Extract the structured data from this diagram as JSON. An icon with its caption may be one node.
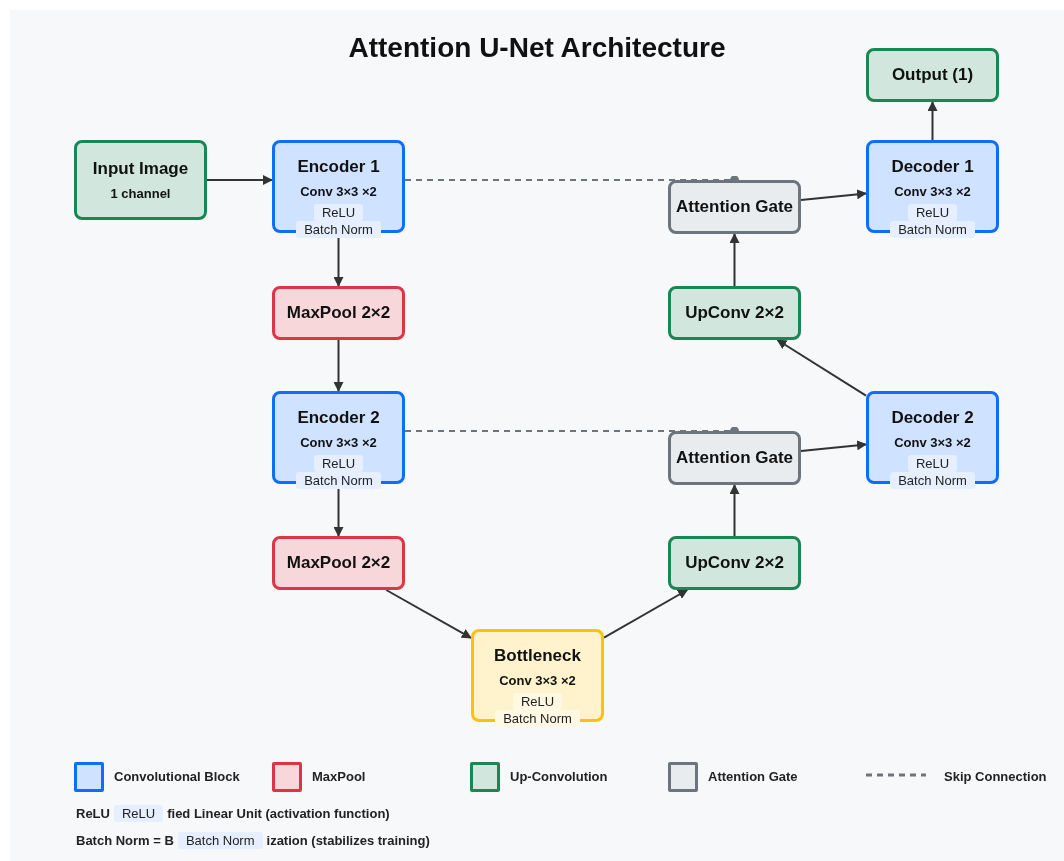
{
  "diagram": {
    "title": "Attention U-Net Architecture",
    "nodes": [
      {
        "text": [
          "Output (1)"
        ]
      },
      {
        "text": [
          "Input Image",
          "1 channel"
        ]
      },
      {
        "text": [
          "Encoder 1",
          "Conv 3×3 ×2",
          "ReLU",
          "Batch Norm"
        ]
      },
      {
        "text": [
          "Attention Gate"
        ]
      },
      {
        "text": [
          "Decoder 1",
          "Conv 3×3 ×2",
          "ReLU",
          "Batch Norm"
        ]
      },
      {
        "text": [
          "MaxPool 2×2"
        ]
      },
      {
        "text": [
          "UpConv 2×2"
        ]
      },
      {
        "text": [
          "Encoder 2",
          "Conv 3×3 ×2",
          "ReLU",
          "Batch Norm"
        ]
      },
      {
        "text": [
          "Attention Gate"
        ]
      },
      {
        "text": [
          "Decoder 2",
          "Conv 3×3 ×2",
          "ReLU",
          "Batch Norm"
        ]
      },
      {
        "text": [
          "MaxPool 2×2"
        ]
      },
      {
        "text": [
          "UpConv 2×2"
        ]
      },
      {
        "text": [
          "Bottleneck",
          "Conv 3×3 ×2",
          "ReLU",
          "Batch Norm"
        ]
      }
    ],
    "edges": [
      {
        "from": 1,
        "to": 2,
        "arrow": "to"
      },
      {
        "from": 2,
        "to": 5,
        "arrow": "to"
      },
      {
        "from": 5,
        "to": 7,
        "arrow": "to"
      },
      {
        "from": 7,
        "to": 10,
        "arrow": "to"
      },
      {
        "from": 10,
        "to": 12,
        "arrow": "to"
      },
      {
        "from": 12,
        "to": 11,
        "arrow": "to"
      },
      {
        "from": 11,
        "to": 8,
        "arrow": "to"
      },
      {
        "from": 8,
        "to": 9,
        "arrow": "to"
      },
      {
        "from": 9,
        "to": 6,
        "arrow": "to"
      },
      {
        "from": 6,
        "to": 3,
        "arrow": "to"
      },
      {
        "from": 3,
        "to": 4,
        "arrow": "to"
      },
      {
        "from": 4,
        "to": 0,
        "arrow": "to"
      },
      {
        "from": 2,
        "to": 3,
        "arrow": "other",
        "style": "dashed",
        "color": "#6c757d"
      },
      {
        "from": 7,
        "to": 8,
        "arrow": "other",
        "style": "dashed",
        "color": "#6c757d"
      }
    ],
    "labels": [
      "ReLU",
      "ReLU",
      "fied Linear Unit (activation function)",
      "Batch Norm = B",
      "Batch Norm",
      "ization (stabilizes training)"
    ],
    "legend": [
      {
        "text": "Convolutional Block",
        "color": "#cfe2ff"
      },
      {
        "text": "MaxPool",
        "color": "#f8d7da"
      },
      {
        "text": "Up-Convolution",
        "color": "#d1e7dd"
      },
      {
        "text": "Attention Gate",
        "color": "#e9ecef"
      },
      {
        "text": "Skip Connection"
      }
    ]
  }
}
